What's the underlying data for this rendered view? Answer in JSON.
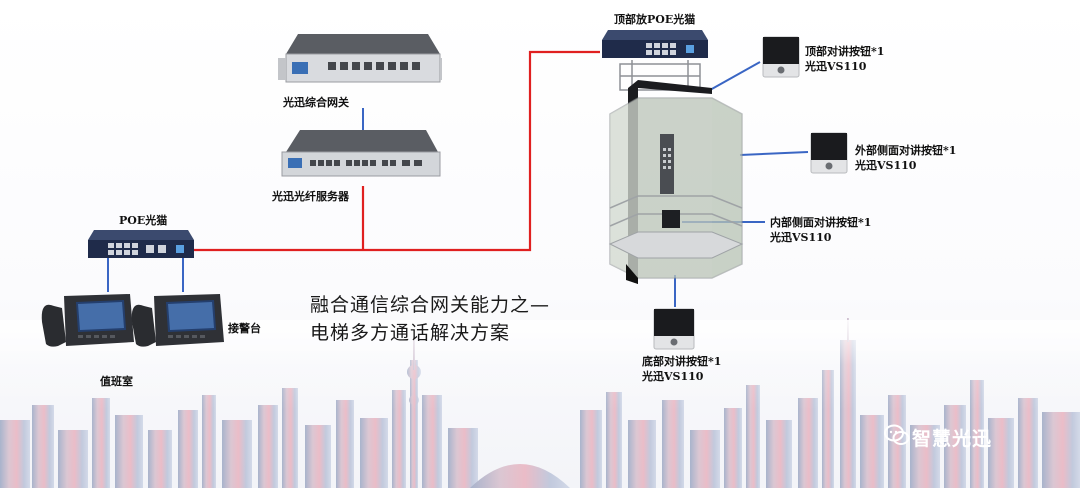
{
  "title": {
    "line1": "融合通信综合网关能力之—",
    "line2": "电梯多方通话解决方案"
  },
  "devices": {
    "gateway": "光迅综合网关",
    "fiber_server": "光迅光纤服务器",
    "poe_cat": "POE光猫",
    "top_poe_cat": "顶部放POE光猫",
    "alarm_desk": "接警台",
    "duty_room": "值班室"
  },
  "intercoms": {
    "top": {
      "name": "顶部对讲按钮*1",
      "model": "光迅VS110"
    },
    "outer_side": {
      "name": "外部侧面对讲按钮*1",
      "model": "光迅VS110"
    },
    "inner_side": {
      "name": "内部侧面对讲按钮*1",
      "model": "光迅VS110"
    },
    "bottom": {
      "name": "底部对讲按钮*1",
      "model": "光迅VS110"
    }
  },
  "watermark": {
    "text": "智慧光迅",
    "icon": "wechat-icon"
  },
  "colors": {
    "red_link": "#e02020",
    "blue_link": "#3a66c4"
  }
}
